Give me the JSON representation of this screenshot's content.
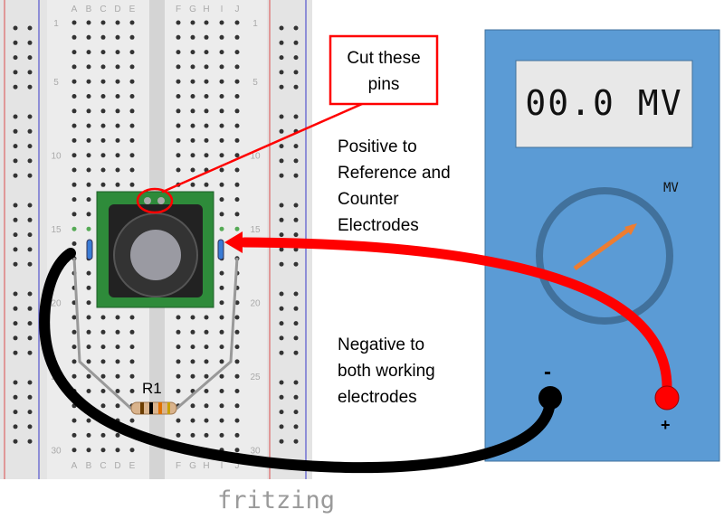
{
  "breadboard": {
    "columns_left": [
      "A",
      "B",
      "C",
      "D",
      "E"
    ],
    "columns_right": [
      "F",
      "G",
      "H",
      "I",
      "J"
    ],
    "row_numbers": [
      "1",
      "5",
      "10",
      "15",
      "20",
      "25",
      "30"
    ]
  },
  "component_label": "R1",
  "callout": {
    "text": "Cut these pins"
  },
  "annotations": {
    "positive": "Positive to Reference and Counter Electrodes",
    "negative": "Negative to both working electrodes"
  },
  "multimeter": {
    "display": "00.0 MV",
    "dial_unit": "MV",
    "negative_symbol": "-",
    "positive_symbol": "+"
  },
  "watermark": "fritzing",
  "colors": {
    "meter_blue": "#5b9bd5",
    "wire_red": "#ff0000",
    "wire_black": "#000000",
    "board": "#e6e6e6"
  }
}
